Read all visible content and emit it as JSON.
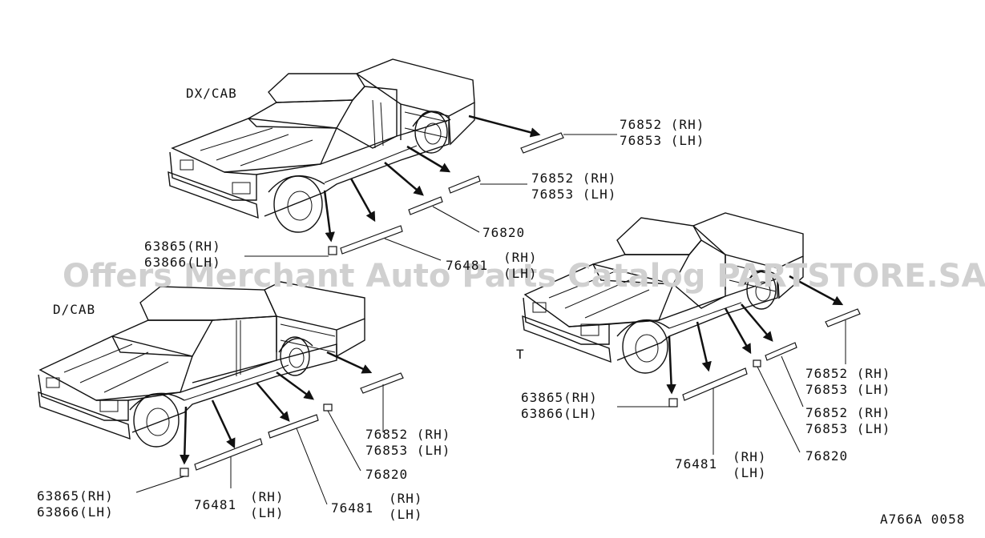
{
  "watermark": "Offers Merchant Auto Parts Catalog PARTSTORE.SA",
  "drawing_code": "A766A 0058",
  "variants": {
    "dx_cab": "DX/CAB",
    "d_cab": "D/CAB",
    "t": "T"
  },
  "callouts": {
    "dx": {
      "rear_rh": "76852 (RH)",
      "rear_lh": "76853 (LH)",
      "front_rh": "76852  (RH)",
      "front_lh": "76853  (LH)",
      "mid": "76820",
      "corner_rh": "63865(RH)",
      "corner_lh": "63866(LH)",
      "sill_code": "76481",
      "sill_rh": "(RH)",
      "sill_lh": "(LH)"
    },
    "dcab": {
      "rear_rh": "76852  (RH)",
      "rear_lh": "76853  (LH)",
      "mid": "76820",
      "corner_rh": "63865(RH)",
      "corner_lh": "63866(LH)",
      "sill1_code": "76481",
      "sill1_rh": "(RH)",
      "sill1_lh": "(LH)",
      "sill2_code": "76481",
      "sill2_rh": "(RH)",
      "sill2_lh": "(LH)"
    },
    "t": {
      "rear_rh": "76852  (RH)",
      "rear_lh": "76853  (LH)",
      "front_rh": "76852  (RH)",
      "front_lh": "76853  (LH)",
      "mid": "76820",
      "corner_rh": "63865(RH)",
      "corner_lh": "63866(LH)",
      "sill_code": "76481",
      "sill_rh": "(RH)",
      "sill_lh": "(LH)"
    }
  }
}
